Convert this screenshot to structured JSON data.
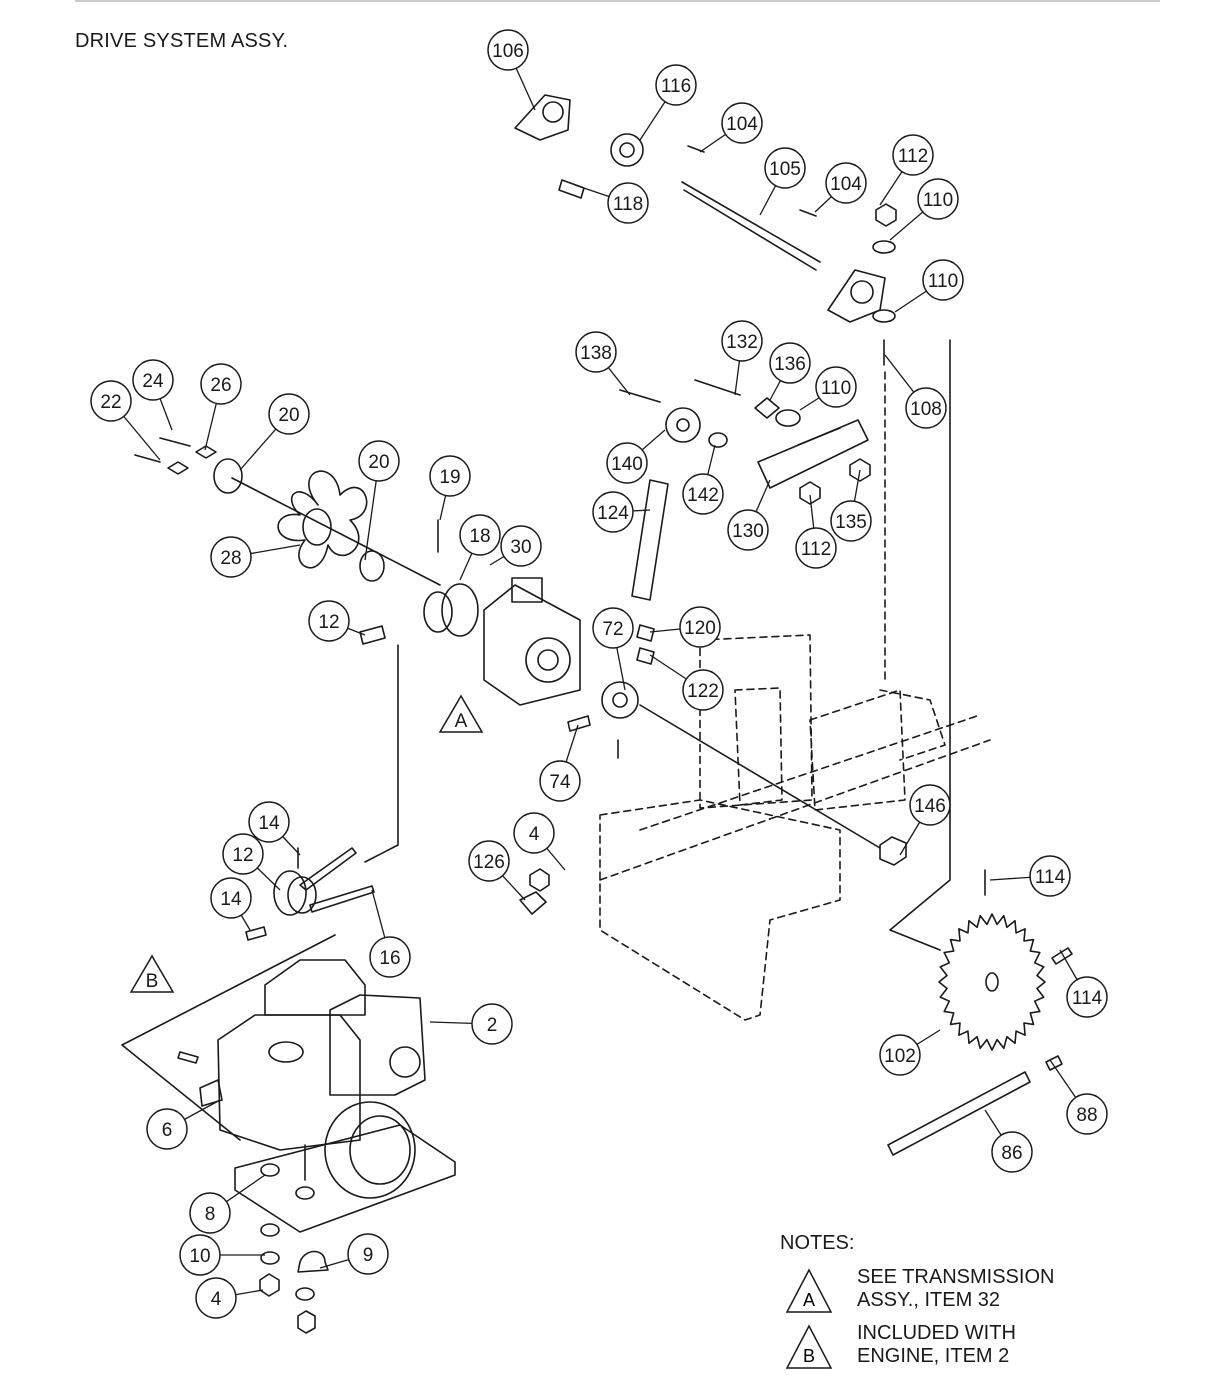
{
  "title": "DRIVE SYSTEM ASSY.",
  "callouts": [
    "106",
    "116",
    "104",
    "105",
    "104",
    "112",
    "110",
    "110",
    "108",
    "118",
    "138",
    "132",
    "136",
    "110",
    "140",
    "142",
    "130",
    "112",
    "135",
    "124",
    "22",
    "24",
    "26",
    "20",
    "20",
    "19",
    "18",
    "30",
    "28",
    "12",
    "72",
    "120",
    "122",
    "74",
    "146",
    "4",
    "126",
    "14",
    "12",
    "14",
    "16",
    "114",
    "114",
    "102",
    "88",
    "86",
    "2",
    "6",
    "8",
    "10",
    "4",
    "9"
  ],
  "reference_markers": [
    "A",
    "B"
  ],
  "notes": {
    "heading": "NOTES:",
    "items": [
      {
        "marker": "A",
        "line1": "SEE TRANSMISSION",
        "line2": "ASSY., ITEM 32"
      },
      {
        "marker": "B",
        "line1": "INCLUDED WITH",
        "line2": "ENGINE, ITEM 2"
      }
    ]
  }
}
